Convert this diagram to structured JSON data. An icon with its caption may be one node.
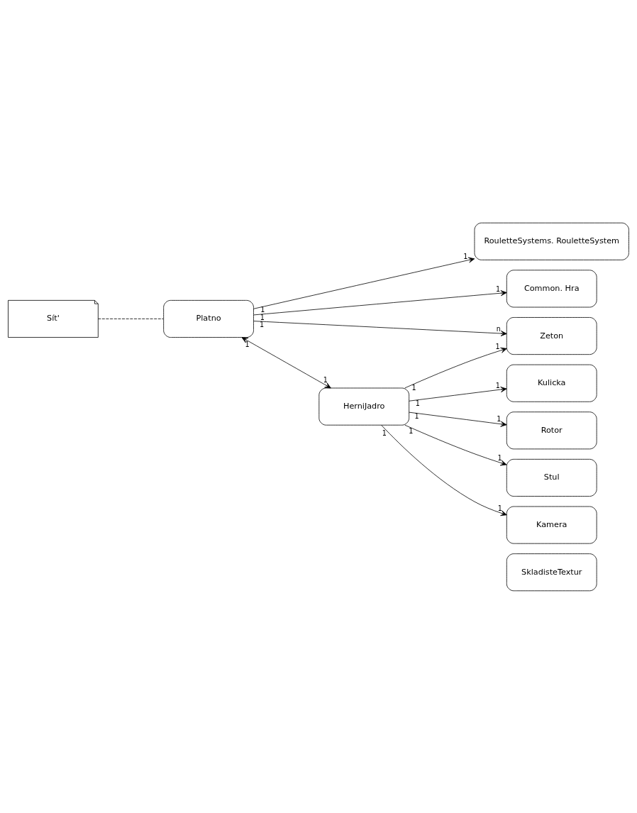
{
  "diagram": {
    "nodes": [
      {
        "text": [
          "Sít'"
        ]
      },
      {
        "text": [
          "RouletteSystems. RouletteSystem"
        ]
      },
      {
        "text": [
          "Common. Hra"
        ]
      },
      {
        "text": [
          "Platno"
        ]
      },
      {
        "text": [
          "Zeton"
        ]
      },
      {
        "text": [
          "Kulicka"
        ]
      },
      {
        "text": [
          "HerniJadro"
        ]
      },
      {
        "text": [
          "Rotor"
        ]
      },
      {
        "text": [
          "Stul"
        ]
      },
      {
        "text": [
          "Kamera"
        ]
      },
      {
        "text": [
          "SkladisteTextur"
        ]
      }
    ],
    "edges": [
      {
        "from": 0,
        "to": 3,
        "arrow": "none",
        "style": "dashed"
      },
      {
        "from": 3,
        "to": 1,
        "arrow": "to"
      },
      {
        "from": 3,
        "to": 2,
        "arrow": "to"
      },
      {
        "from": 3,
        "to": 4,
        "arrow": "to"
      },
      {
        "from": 3,
        "to": 6,
        "arrow": "both"
      },
      {
        "from": 6,
        "to": 4,
        "arrow": "to"
      },
      {
        "from": 6,
        "to": 5,
        "arrow": "to"
      },
      {
        "from": 6,
        "to": 7,
        "arrow": "to"
      },
      {
        "from": 6,
        "to": 8,
        "arrow": "to"
      },
      {
        "from": 6,
        "to": 9,
        "arrow": "to"
      }
    ],
    "labels": [
      "1",
      "1",
      "1",
      "1",
      "1",
      "n",
      "1",
      "1",
      "1",
      "1",
      "1",
      "1",
      "1",
      "1",
      "1",
      "1",
      "1",
      "1"
    ]
  }
}
